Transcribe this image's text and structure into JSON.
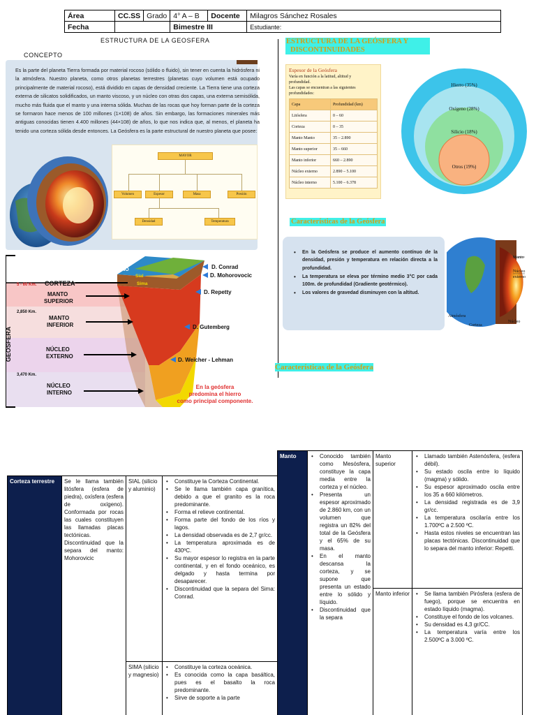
{
  "header": {
    "area_label": "Área",
    "area_value": "CC.SS",
    "grado_label": "Grado",
    "grado_value": "4° A – B",
    "docente_label": "Docente",
    "docente_value": "Milagros Sánchez Rosales",
    "fecha_label": "Fecha",
    "bimestre_label": "Bimestre III",
    "estudiante_label": "Estudiante:"
  },
  "main_title": "ESTRUCTURA DE LA GEOSFERA",
  "concepto_label": "CONCEPTO",
  "concept_text": "Es la parte del planeta Tierra formada por material rocoso (sólido o fluido), sin tener en cuenta la hidrósfera ni la atmósfera. Nuestro planeta, como otros planetas terrestres (planetas cuyo volumen está ocupado principalmente de material rocoso), está dividido en capas de densidad creciente. La Tierra tiene una corteza externa de silicatos solidificados, un manto viscoso, y un núcleo con otras dos capas, una externa semisólida, mucho más fluida que el manto y una interna sólida. Muchas de las rocas que hoy forman parte de la corteza se formaron hace menos de 100 millones (1×108) de años. Sin embargo, las formaciones minerales más antiguas conocidas tienen 4.400 millones (44×108) de años, lo que nos indica que, al menos, el planeta ha tenido una corteza sólida desde entonces. La Geósfera es la parte estructural de nuestro planeta que posee:",
  "mayor_diagram": {
    "top": "MAYOR",
    "row1": [
      "Volumen",
      "Espesor",
      "Masa",
      "Presión"
    ],
    "row2": [
      "Densidad",
      "Temperatura"
    ]
  },
  "cutaway": {
    "oceano": "OCÉANO",
    "sial": "Sial",
    "sima": "Sima",
    "depth1": "5 - 60 Km.",
    "corteza": "CORTEZA",
    "manto_sup": [
      "MANTO",
      "SUPERIOR"
    ],
    "depth2": "2,850 Km.",
    "manto_inf": [
      "MANTO",
      "INFERIOR"
    ],
    "side": "GEÓSFERA",
    "nucleo_ext": [
      "NÚCLEO",
      "EXTERNO"
    ],
    "depth3": "3,470 Km.",
    "nucleo_int": [
      "NÚCLEO",
      "INTERNO"
    ],
    "d1": "D. Conrad",
    "d2": "D. Mohorovocic",
    "d3": "D. Repetty",
    "d4": "D. Gutemberg",
    "d5": "D. Weicher - Lehman",
    "note": [
      "En la geósfera",
      "predomina el hierro",
      "como principal componente."
    ]
  },
  "estructura_title": [
    "ESTRUCTURA DE LA GEÓSFERA Y",
    "DISCONTINUIDADES"
  ],
  "espesor": {
    "title": "Espesor de la Geósfera",
    "intro": [
      "Varía en función a la latitud, altitud y",
      "profundidad.",
      "Las capas se encuentran a las siguientes",
      "profundidades:"
    ],
    "headers": [
      "Capa",
      "Profundidad (km)"
    ],
    "rows": [
      [
        "Litósfera",
        "0 – 60"
      ],
      [
        "Corteza",
        "0 – 35"
      ],
      [
        "Manto Manto",
        "35 – 2.890"
      ],
      [
        "Manto superior",
        "35 – 660"
      ],
      [
        "Manto inferior",
        "660 – 2.890"
      ],
      [
        "Núcleo externo",
        "2.890 – 5.100"
      ],
      [
        "Núcleo interno",
        "5.100 – 6.378"
      ]
    ]
  },
  "composition": [
    "Hierro (35%)",
    "Oxígeno (28%)",
    "Silicio (18%)",
    "Otros (19%)"
  ],
  "carac_title": "Características de la Geósfera",
  "carac_items": [
    "En la Geósfera se produce el aumento contínuo de la densidad, presión y temperatura en relación directa a la profundidad.",
    "La temperatura se eleva por término medio 3°C por cada 100m. de profundidad (Gradiente geotérmico).",
    "Los valores de gravedad disminuyen con la altitud."
  ],
  "earth_labels": [
    "Manto",
    "Núcleo",
    "externo",
    "Atmósfera",
    "Corteza",
    "Núcleo"
  ],
  "carac_title2": "Características de la Geósfera",
  "corteza_table": {
    "head": "Corteza terrestre",
    "desc": "Se le llama también litósfera (esfera de piedra), oxísfera (esfera de oxígeno). Conformada por rocas las cuales constituyen las llamadas placas tectónicas. Discontinuidad que la separa del manto: Mohorovicic",
    "sial": "SIAL (silicio y aluminio)",
    "sial_items": [
      "Constituye la Corteza Continental.",
      "Se le llama también capa granítica, debido a que el granito es la roca predominante.",
      "Forma el relieve continental.",
      "Forma parte del fondo de los ríos y lagos.",
      "La densidad observada es de 2,7 gr/cc.",
      "La temperatura aproximada es de 430ºC.",
      "Su mayor espesor lo registra en la parte continental, y en el fondo oceánico, es delgado y hasta termina por desaparecer.",
      "Discontinuidad que la separa del Sima: Conrad."
    ],
    "sima": "SIMA (silicio y magnesio)",
    "sima_items": [
      "Constituye la corteza oceánica.",
      "Es conocida como la capa basáltica, pues es el basalto la roca predominante.",
      "Sirve de soporte a la parte"
    ]
  },
  "manto_table": {
    "head": "Manto",
    "desc_items": [
      "Conocido también como Mesósfera, constituye la capa media entre la corteza y el núcleo.",
      "Presenta un espesor aproximado de 2.860 km, con un volumen que registra un 82% del total de la Geósfera y el 65% de su masa.",
      "En el manto descansa la corteza, y se supone que presenta un estado entre lo sólido y líquido.",
      "Discontinuidad que la separa"
    ],
    "sup": "Manto superior",
    "sup_items": [
      "Llamado también Astenósfera, (esfera débil).",
      "Su estado oscila entre lo líquido (magma) y sólido.",
      "Su espesor aproximado oscila entre los 35 a 660 kilómetros.",
      "La densidad registrada es de 3,9 gr/cc.",
      "La temperatura oscilaría entre los 1.700ºC a 2.500 ºC.",
      "Hasta estos niveles se encuentran las placas tectónicas. Discontinuidad que lo separa del manto inferior: Repetti."
    ],
    "inf": "Manto inferior",
    "inf_items": [
      "Se llama también Pirósfera (esfera de fuego), porque se encuentra en estado líquido (magma).",
      "Constituye el fondo de los volcanes.",
      "Su densidad es 4,3 gr/CC.",
      "La temperatura varía entre los 2.500ºC a 3.000 ºC."
    ]
  }
}
